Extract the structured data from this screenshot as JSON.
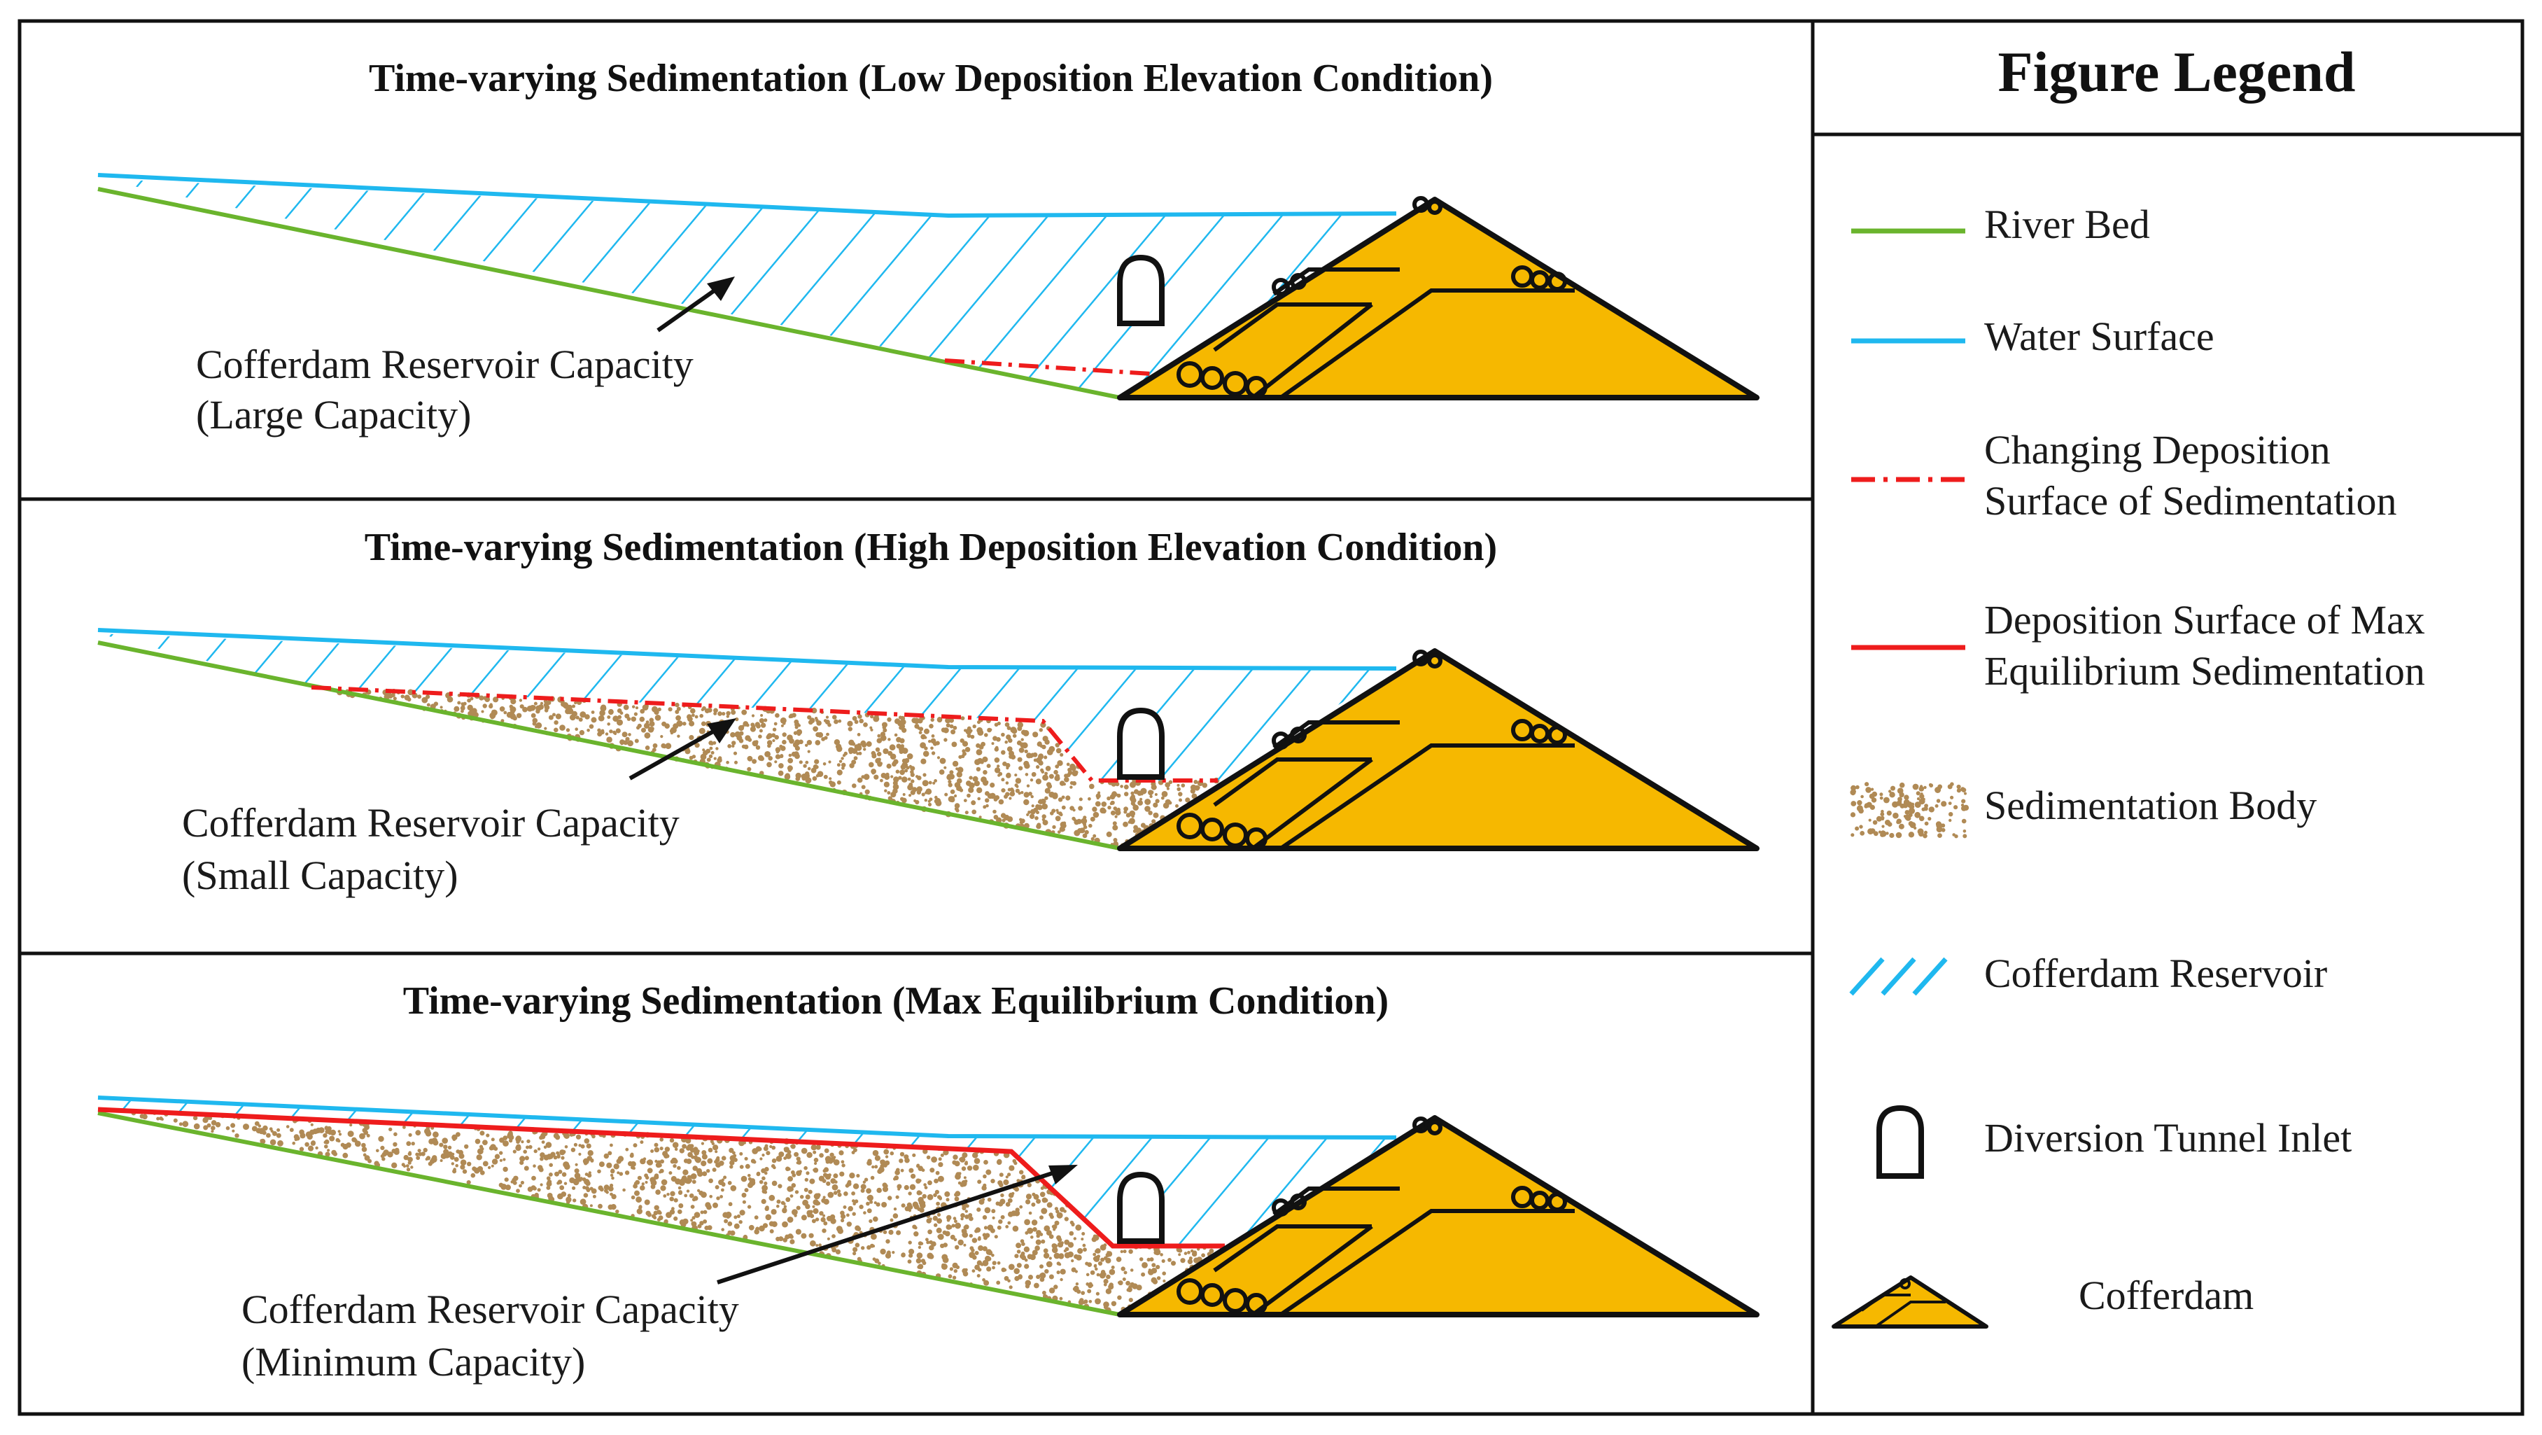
{
  "panels": [
    {
      "title": "Time-varying Sedimentation (Low Deposition Elevation Condition)",
      "caption_line1": "Cofferdam Reservoir Capacity",
      "caption_line2": "(Large Capacity)"
    },
    {
      "title": "Time-varying Sedimentation (High Deposition Elevation Condition)",
      "caption_line1": "Cofferdam Reservoir Capacity",
      "caption_line2": "(Small Capacity)"
    },
    {
      "title": "Time-varying Sedimentation (Max Equilibrium Condition)",
      "caption_line1": "Cofferdam Reservoir Capacity",
      "caption_line2": "(Minimum Capacity)"
    }
  ],
  "legend": {
    "title": "Figure Legend",
    "items": [
      {
        "icon": "river-bed-line",
        "label_line1": "River Bed",
        "label_line2": ""
      },
      {
        "icon": "water-surface-line",
        "label_line1": "Water Surface",
        "label_line2": ""
      },
      {
        "icon": "dash-dot-red-line",
        "label_line1": "Changing Deposition",
        "label_line2": "Surface of Sedimentation"
      },
      {
        "icon": "solid-red-line",
        "label_line1": "Deposition Surface of Max",
        "label_line2": "Equilibrium Sedimentation"
      },
      {
        "icon": "sediment-dots",
        "label_line1": "Sedimentation Body",
        "label_line2": ""
      },
      {
        "icon": "blue-hatch",
        "label_line1": "Cofferdam Reservoir",
        "label_line2": ""
      },
      {
        "icon": "tunnel-inlet-icon",
        "label_line1": "Diversion Tunnel Inlet",
        "label_line2": ""
      },
      {
        "icon": "cofferdam-icon",
        "label_line1": "Cofferdam",
        "label_line2": ""
      }
    ]
  },
  "colors": {
    "river_bed": "#6ab42d",
    "water_surface": "#1fb8ef",
    "deposition": "#ee1c1c",
    "sediment": "#b08a55",
    "cofferdam_fill": "#f6b800",
    "outline": "#111111"
  }
}
